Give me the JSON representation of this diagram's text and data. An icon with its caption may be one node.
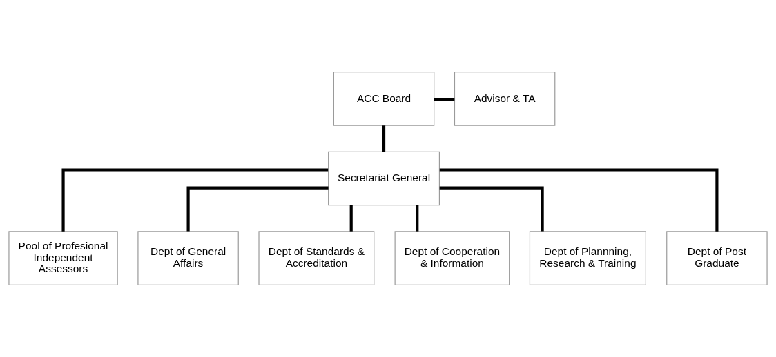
{
  "diagram": {
    "nodes": [
      {
        "text": [
          "ACC Board"
        ]
      },
      {
        "text": [
          "Advisor & TA"
        ]
      },
      {
        "text": [
          "Secretariat General"
        ]
      },
      {
        "text": [
          "Pool of Profesional Independent Assessors"
        ]
      },
      {
        "text": [
          "Dept of General Affairs"
        ]
      },
      {
        "text": [
          "Dept of Standards & Accreditation"
        ]
      },
      {
        "text": [
          "Dept of Cooperation & Information"
        ]
      },
      {
        "text": [
          "Dept of Plannning, Research & Training"
        ]
      },
      {
        "text": [
          "Dept of Post Graduate"
        ]
      }
    ],
    "edges": [
      {
        "from": 0,
        "to": 1,
        "arrow": "none"
      },
      {
        "from": 0,
        "to": 2,
        "arrow": "none"
      },
      {
        "from": 2,
        "to": 3,
        "arrow": "none"
      },
      {
        "from": 2,
        "to": 4,
        "arrow": "none"
      },
      {
        "from": 2,
        "to": 5,
        "arrow": "none"
      },
      {
        "from": 2,
        "to": 6,
        "arrow": "none"
      },
      {
        "from": 2,
        "to": 7,
        "arrow": "none"
      },
      {
        "from": 2,
        "to": 8,
        "arrow": "none"
      }
    ]
  }
}
